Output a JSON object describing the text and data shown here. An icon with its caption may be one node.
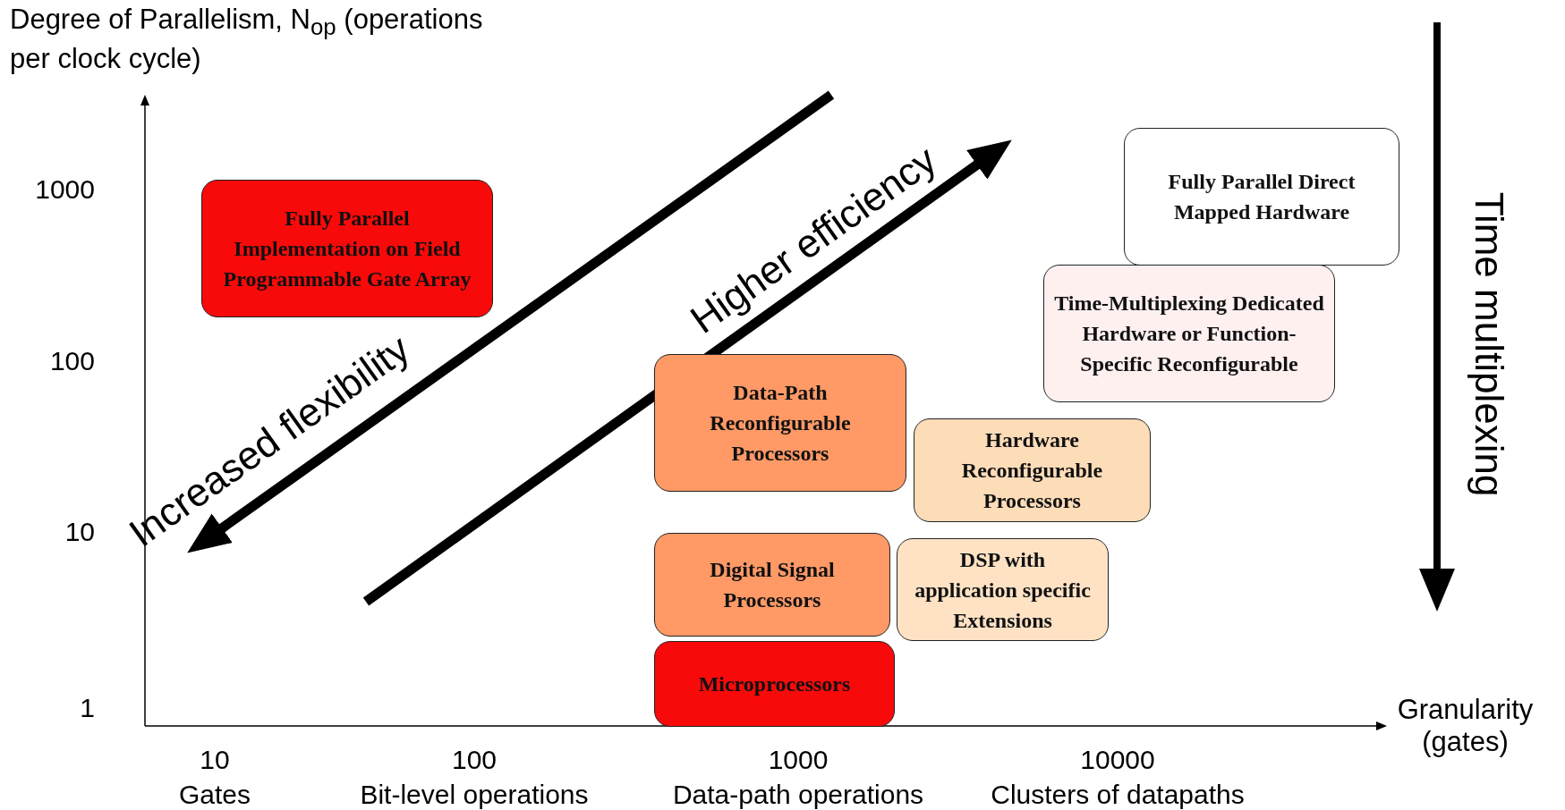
{
  "diagram": {
    "nodes": [
      {
        "text": [
          "Fully Parallel Direct Mapped Hardware"
        ]
      },
      {
        "text": [
          "Fully Parallel Implementation on Field Programmable Gate Array"
        ]
      },
      {
        "text": [
          "Time-Multiplexing Dedicated Hardware or Function-Specific Reconfigurable"
        ]
      },
      {
        "text": [
          "Data-Path Reconfigurable Processors"
        ]
      },
      {
        "text": [
          "Hardware Reconfigurable Processors"
        ]
      },
      {
        "text": [
          "Digital Signal Processors"
        ]
      },
      {
        "text": [
          "DSP with application specific Extensions"
        ]
      },
      {
        "text": [
          "Microprocessors"
        ]
      }
    ],
    "edges": [],
    "labels": [
      "Degree of Parallelism, N$_{op}$ (operations per clock cycle)",
      "1000",
      "100",
      "10",
      "1",
      "10",
      "Gates",
      "100",
      "Bit-level operations",
      "1000",
      "Data-path operations",
      "10000",
      "Clusters of datapaths",
      "Granularity (gates)",
      "Increased flexibility",
      "Higher efficiency",
      "Time multiplexing"
    ]
  }
}
